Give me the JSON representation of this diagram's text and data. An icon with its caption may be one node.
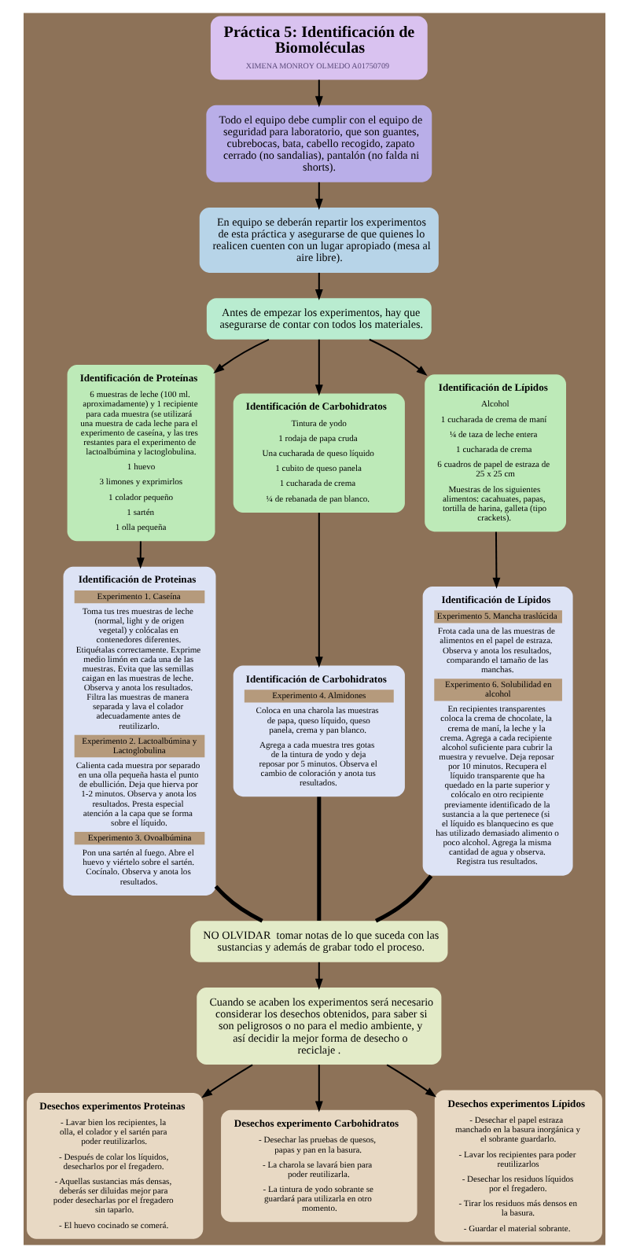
{
  "diagram": {
    "nodes": [
      {
        "text": [
          "Práctica 5: Identificación de Biomoléculas",
          "XIMENA MONROY OLMEDO A01750709"
        ]
      },
      {
        "text": [
          "Todo el equipo debe cumplir con el equipo de seguridad para laboratorio, que son guantes, cubrebocas, bata, cabello recogido, zapato cerrado (no sandalias), pantalón (no falda ni shorts)."
        ]
      },
      {
        "text": [
          "En equipo se deberán repartir los experimentos de esta práctica y asegurarse de que quienes lo realicen cuenten con un lugar apropiado (mesa al aire libre)."
        ]
      },
      {
        "text": [
          "Antes de empezar los experimentos, hay que asegurarse de contar con todos los materiales."
        ]
      },
      {
        "text": [
          "Identificación de Proteínas",
          "6 muestras de leche (100 ml. aproximadamente) y 1 recipiente para cada muestra (se utilizará una muestra de cada leche para el experimento de caseína, y las tres restantes para el experimento de lactoalbúmina y lactoglobulina.",
          "1 huevo",
          "3 limones y exprimirlos",
          "1 colador pequeño",
          "1 sartén",
          "1 olla pequeña"
        ]
      },
      {
        "text": [
          "Identificación de Carbohidratos",
          "Tintura de yodo",
          "1 rodaja de papa cruda",
          "Una cucharada de queso líquido",
          "1 cubito de queso panela",
          "1 cucharada de crema",
          "¼ de rebanada de pan blanco."
        ]
      },
      {
        "text": [
          "Identificación de Lípidos",
          "Alcohol",
          "1 cucharada de crema de maní",
          "¼ de taza de leche entera",
          "1 cucharada de crema",
          "6 cuadros de papel de estraza de 25 x 25 cm",
          "Muestras de los siguientes alimentos: cacahuates, papas, tortilla de harina, galleta (tipo crackets)."
        ]
      },
      {
        "text": [
          "Identificación de Proteinas",
          "Experimento 1. Caseína",
          "Toma tus tres muestras de leche (normal, light y de origen vegetal) y colócalas en contenedores diferentes. Etiquétalas correctamente. Exprime medio limón en cada una de las muestras. Evita que las semillas caigan en las muestras de leche. Observa y anota los resultados. Filtra las muestras de manera separada y lava el colador adecuadamente antes de reutilizarlo.",
          "Experimento 2. Lactoalbúmina y Lactoglobulina",
          "Calienta cada muestra por separado en una olla pequeña hasta el punto de ebullición. Deja que hierva por 1-2 minutos. Observa y anota los resultados. Presta especial atención a la capa que se forma sobre el líquido.",
          "Experimento 3. Ovoalbúmina",
          "Pon una sartén al fuego. Abre el huevo y viértelo sobre el sartén. Cocínalo. Observa y anota los resultados."
        ]
      },
      {
        "text": [
          "Identificación de Carbohidratos",
          "Experimento 4. Almidones",
          "Coloca en una charola las muestras de papa, queso líquido, queso panela, crema y pan blanco.",
          "Agrega a cada muestra tres gotas de la tintura de yodo y deja reposar por 5 minutos. Observa el cambio de coloración y anota tus resultados."
        ]
      },
      {
        "text": [
          "Identificación de Lípidos",
          "Experimento 5. Mancha traslúcida",
          "Frota cada una de las muestras de alimentos en el papel de estraza. Observa y anota los resultados, comparando el tamaño de las manchas.",
          "Experimento 6. Solubilidad en alcohol",
          "En recipientes transparentes coloca la crema de chocolate, la crema de maní, la leche y la crema. Agrega a cada recipiente alcohol suficiente para cubrir la muestra y revuelve. Deja reposar por 10 minutos. Recupera el líquido transparente que ha quedado en la parte superior y colócalo en otro recipiente previamente identificado de la sustancia a la que pertenece (si el líquido es blanquecino es que has utilizado demasiado alimento o poco alcohol. Agrega la misma cantidad de agua y observa. Registra tus resultados."
        ]
      },
      {
        "text": [
          "NO OLVIDAR  tomar notas de lo que suceda con las sustancias y además de grabar todo el proceso."
        ]
      },
      {
        "text": [
          "Cuando se acaben los experimentos será necesario considerar los desechos obtenidos, para saber si son peligrosos o no para el medio ambiente, y así decidir la mejor forma de desecho o reciclaje ."
        ]
      },
      {
        "text": [
          "Desechos experimentos Proteinas",
          "- Lavar bien los recipientes, la olla, el colador y el sartén para poder reutilizarlos.",
          "- Después de colar los líquidos, desecharlos por el fregadero.",
          "- Aquellas sustancias más densas, deberás ser diluidas mejor para poder desecharlas por el fregadero sin taparlo.",
          "- El huevo cocinado se comerá."
        ]
      },
      {
        "text": [
          "Desechos experimento Carbohidratos",
          "- Desechar las pruebas de quesos, papas y pan en la basura.",
          "- La charola se lavará bien para poder reutilizarla.",
          "- La tintura de yodo sobrante se guardará para utilizarla en otro momento."
        ]
      },
      {
        "text": [
          "Desechos experimentos Lípidos",
          "- Desechar el papel estraza manchado en la basura inorgánica y el sobrante guardarlo.",
          "- Lavar los recipientes para poder reutilizarlos",
          "- Desechar los residuos líquidos por el fregadero.",
          "- Tirar los residuos más densos en la basura.",
          "- Guardar el material sobrante."
        ]
      }
    ],
    "edges": [
      {
        "from": 0,
        "to": 1,
        "arrow": "to"
      },
      {
        "from": 1,
        "to": 2,
        "arrow": "to"
      },
      {
        "from": 2,
        "to": 3,
        "arrow": "to"
      },
      {
        "from": 3,
        "to": 4,
        "arrow": "to"
      },
      {
        "from": 3,
        "to": 5,
        "arrow": "to"
      },
      {
        "from": 3,
        "to": 6,
        "arrow": "to"
      },
      {
        "from": 4,
        "to": 7,
        "arrow": "to"
      },
      {
        "from": 5,
        "to": 8,
        "arrow": "to"
      },
      {
        "from": 6,
        "to": 9,
        "arrow": "to"
      },
      {
        "from": 7,
        "to": 10,
        "arrow": "none",
        "style": "thick"
      },
      {
        "from": 8,
        "to": 10,
        "arrow": "none",
        "style": "thick"
      },
      {
        "from": 9,
        "to": 10,
        "arrow": "none",
        "style": "thick"
      },
      {
        "from": 10,
        "to": 11,
        "arrow": "to"
      },
      {
        "from": 11,
        "to": 12,
        "arrow": "to"
      },
      {
        "from": 11,
        "to": 13,
        "arrow": "to"
      },
      {
        "from": 11,
        "to": 14,
        "arrow": "to"
      }
    ]
  }
}
